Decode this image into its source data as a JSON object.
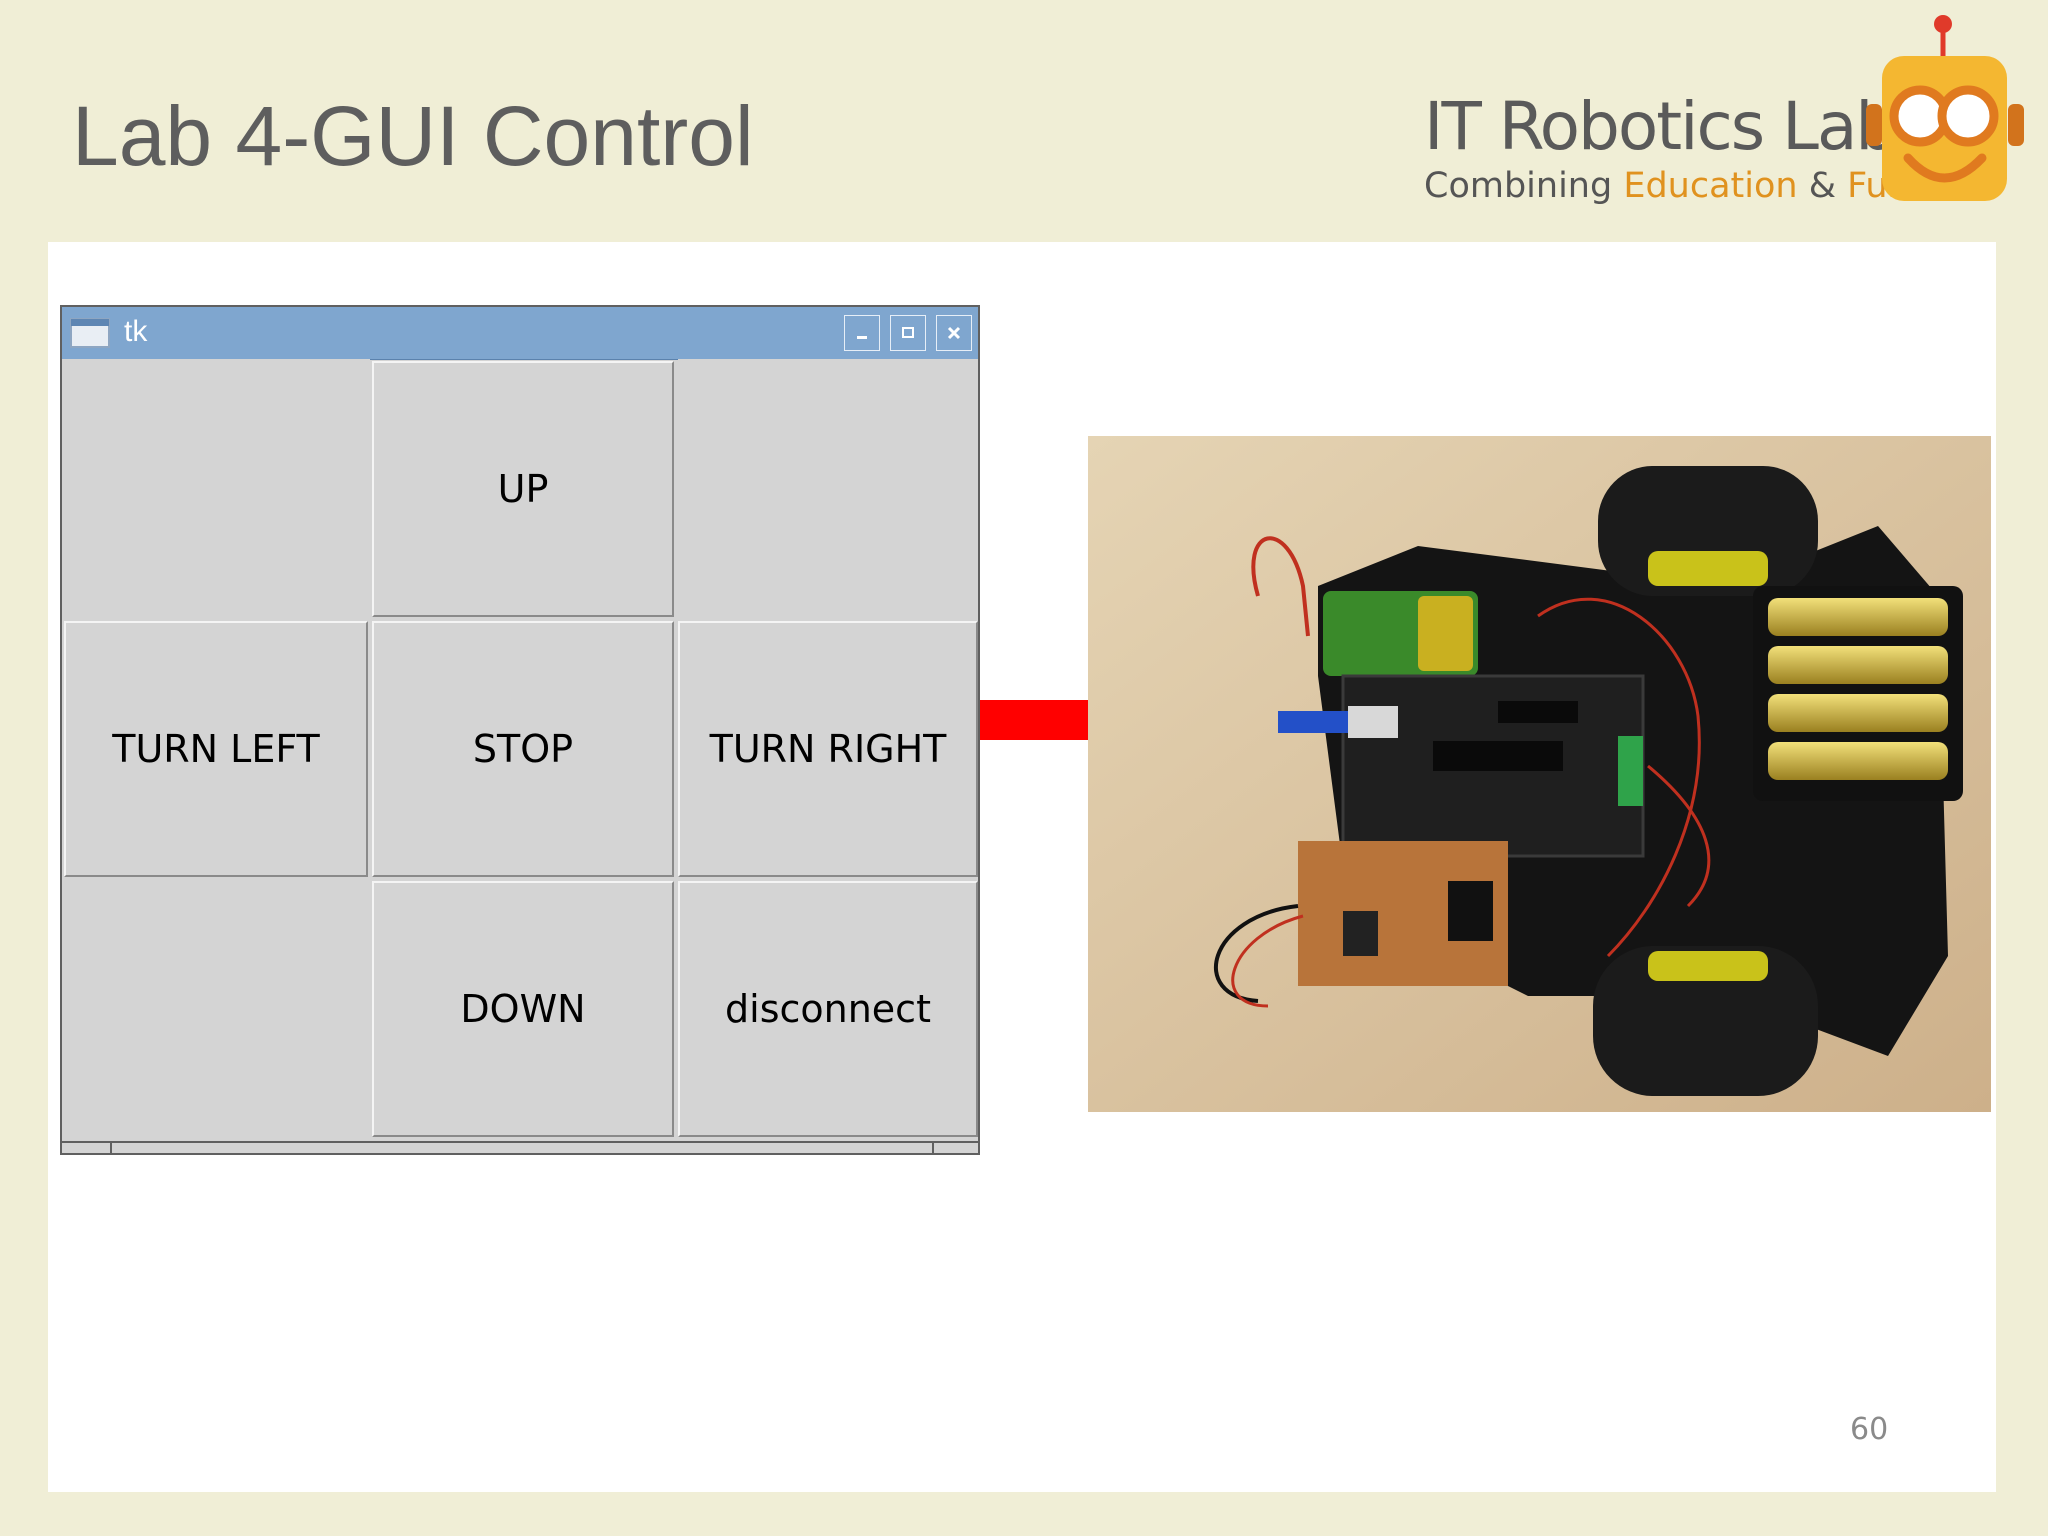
{
  "slide": {
    "title": "Lab 4-GUI Control",
    "page_number": "60"
  },
  "logo": {
    "name": "IT Robotics Lab",
    "tagline_1": "Combining ",
    "tagline_accent_1": "Education",
    "tagline_2": " & ",
    "tagline_accent_2": "Fun",
    "accent_color": "#e0921f",
    "mascot_color": "#f4b731"
  },
  "window": {
    "title": "tk",
    "controls": [
      "minimize-icon",
      "maximize-icon",
      "close-icon"
    ],
    "buttons": {
      "up": "UP",
      "turn_left": "TURN LEFT",
      "stop": "STOP",
      "turn_right": "TURN RIGHT",
      "down": "DOWN",
      "disconnect": "disconnect"
    },
    "titlebar_color": "#7fa6cf",
    "button_color": "#d4d4d4"
  },
  "arrow": {
    "color": "#ff0000"
  }
}
